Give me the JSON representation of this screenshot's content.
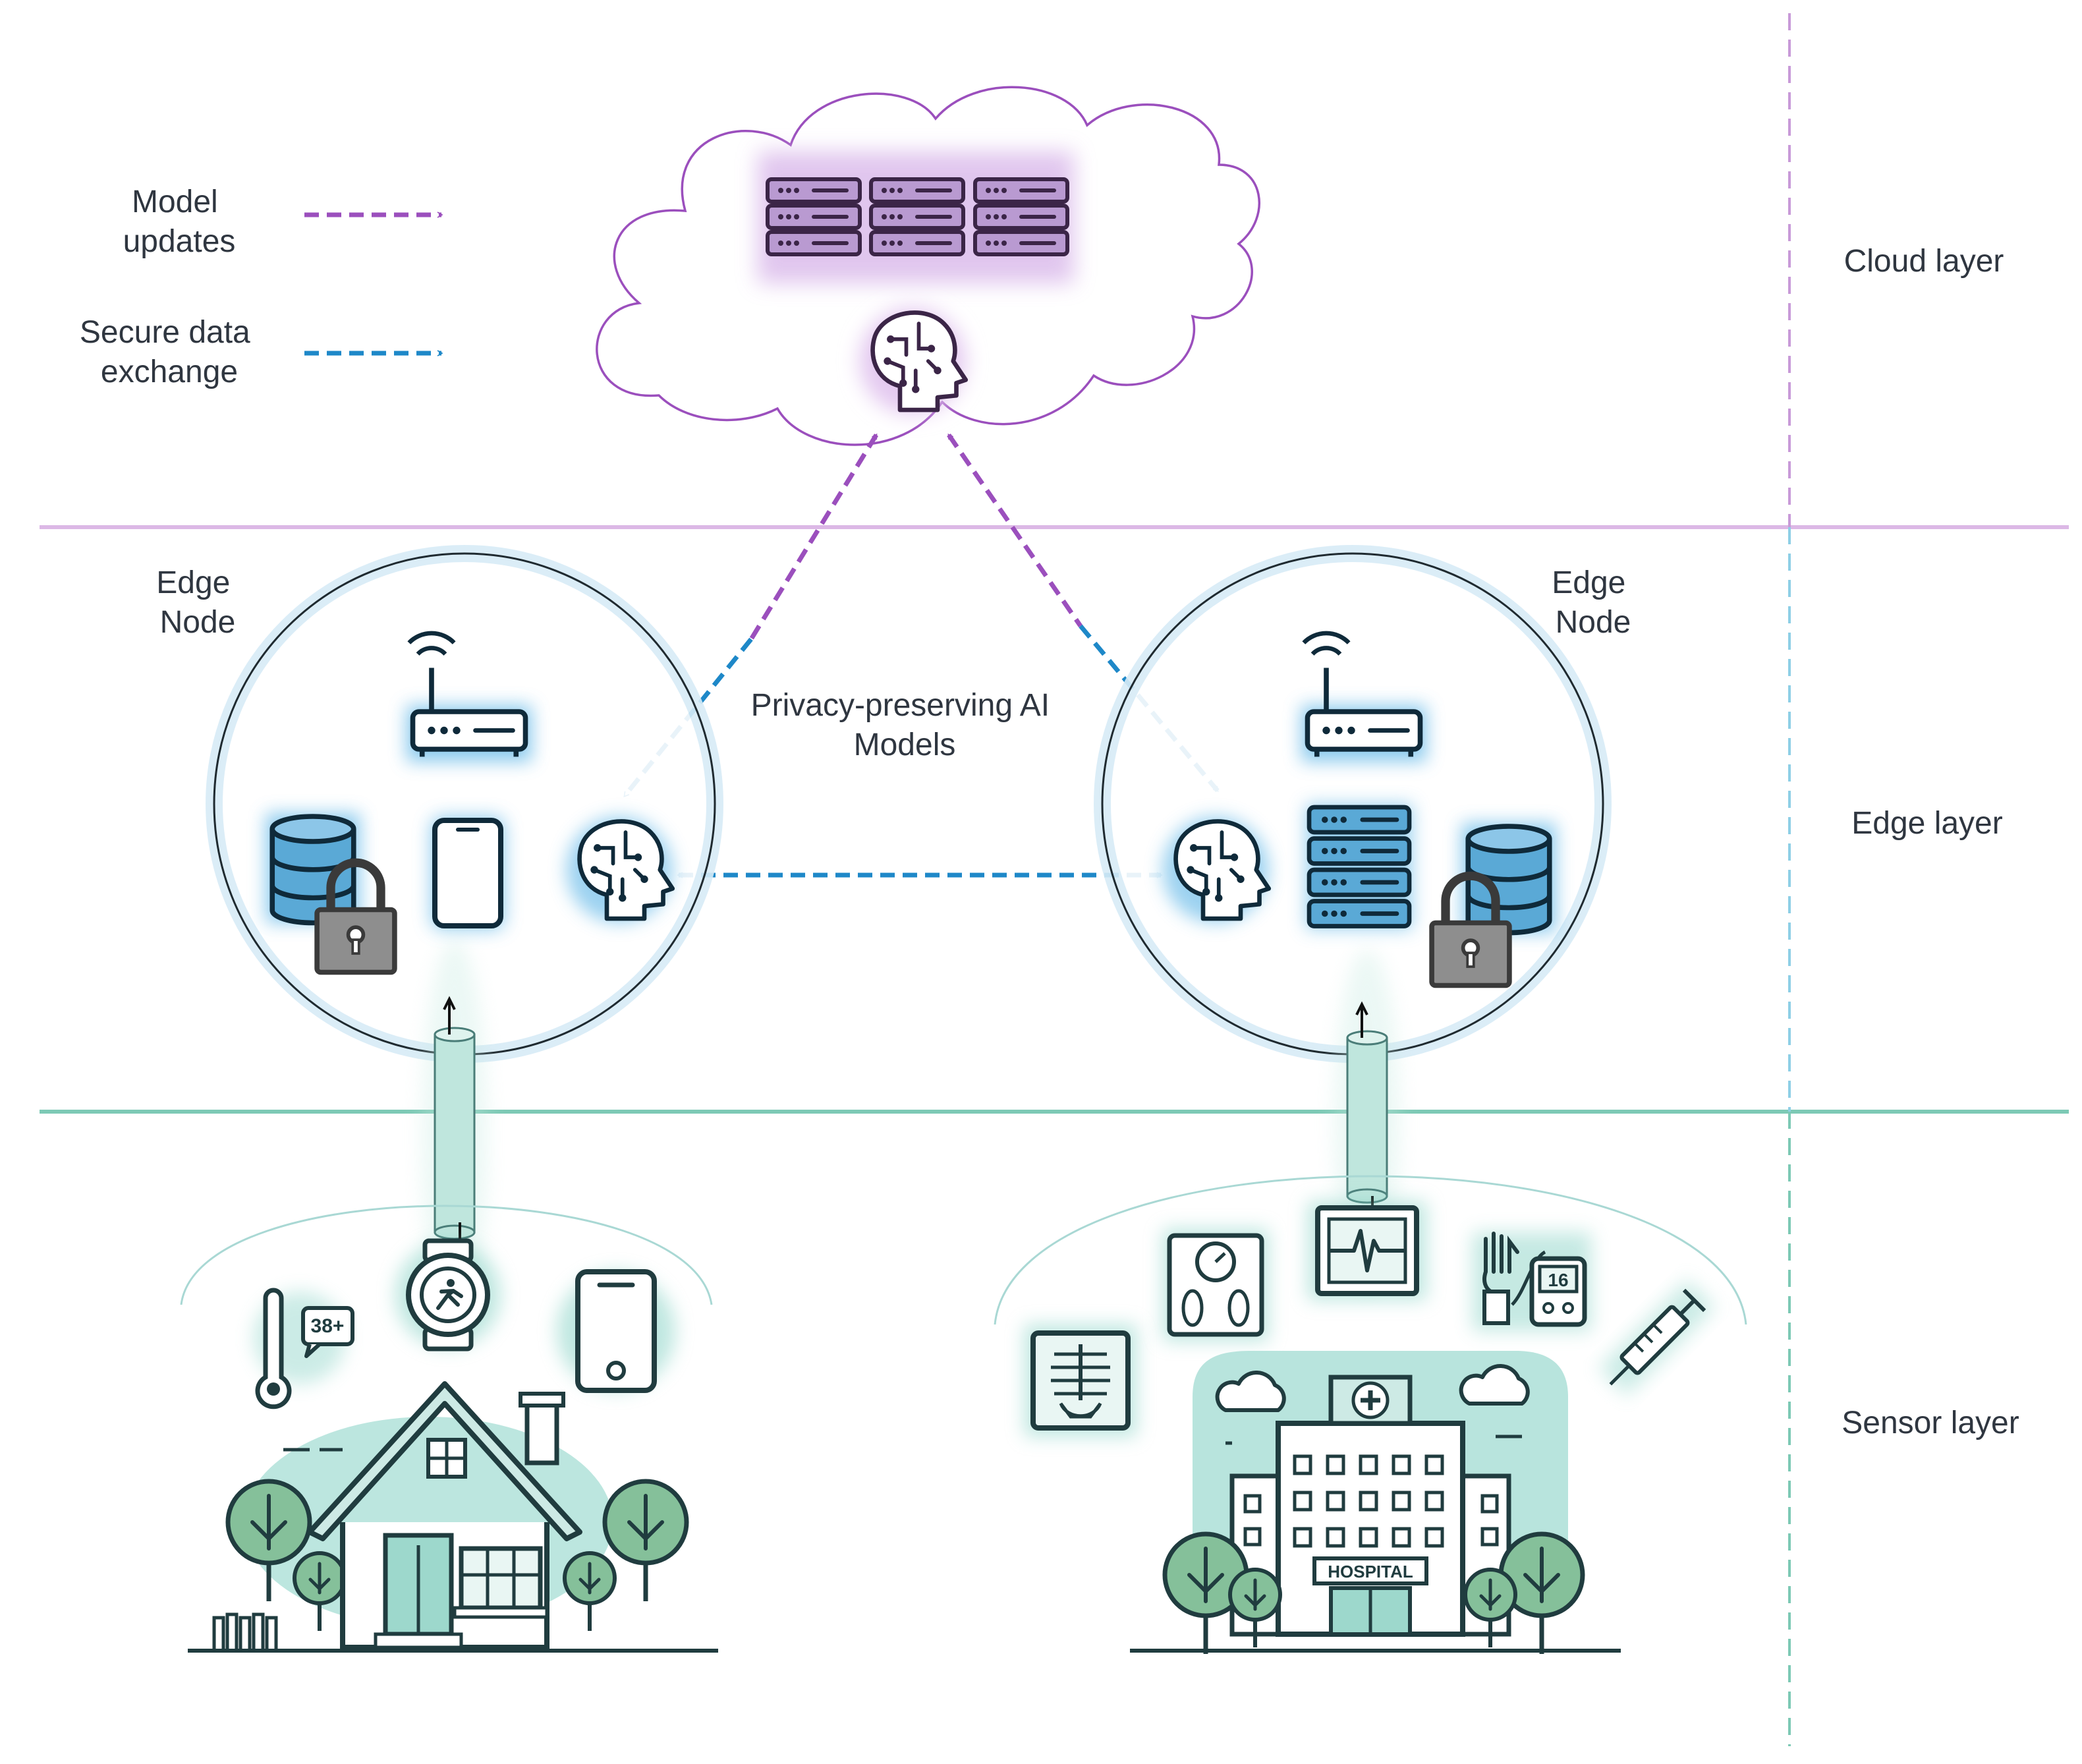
{
  "legend": {
    "model_updates": [
      "Model",
      "updates"
    ],
    "secure_exchange": [
      "Secure data",
      "exchange"
    ]
  },
  "layers": {
    "cloud": "Cloud layer",
    "edge": "Edge layer",
    "sensor": "Sensor layer"
  },
  "edge_nodes": {
    "left": [
      "Edge",
      "Node"
    ],
    "right": [
      "Edge",
      "Node"
    ]
  },
  "center_label": [
    "Privacy-preserving AI",
    "Models"
  ],
  "sensors": {
    "thermometer_reading": "38+",
    "glucose_reading": "16",
    "hospital_sign": "HOSPITAL"
  },
  "colors": {
    "model_updates": "#9b4fbd",
    "secure_exchange": "#1e88c8",
    "cloud_divider": "#dcb8e6",
    "edge_divider": "#7dc9b5",
    "edge_glow": "#5ab4e6",
    "sensor_teal": "#7fcfc1",
    "dark_teal": "#203c3f"
  },
  "icons": [
    "server-rack-icon",
    "ai-brain-icon",
    "router-icon",
    "database-icon",
    "lock-icon",
    "smartphone-icon",
    "smartwatch-icon",
    "thermometer-icon",
    "ecg-monitor-icon",
    "weight-scale-icon",
    "xray-icon",
    "glucose-meter-icon",
    "syringe-icon",
    "house-icon",
    "hospital-icon"
  ]
}
